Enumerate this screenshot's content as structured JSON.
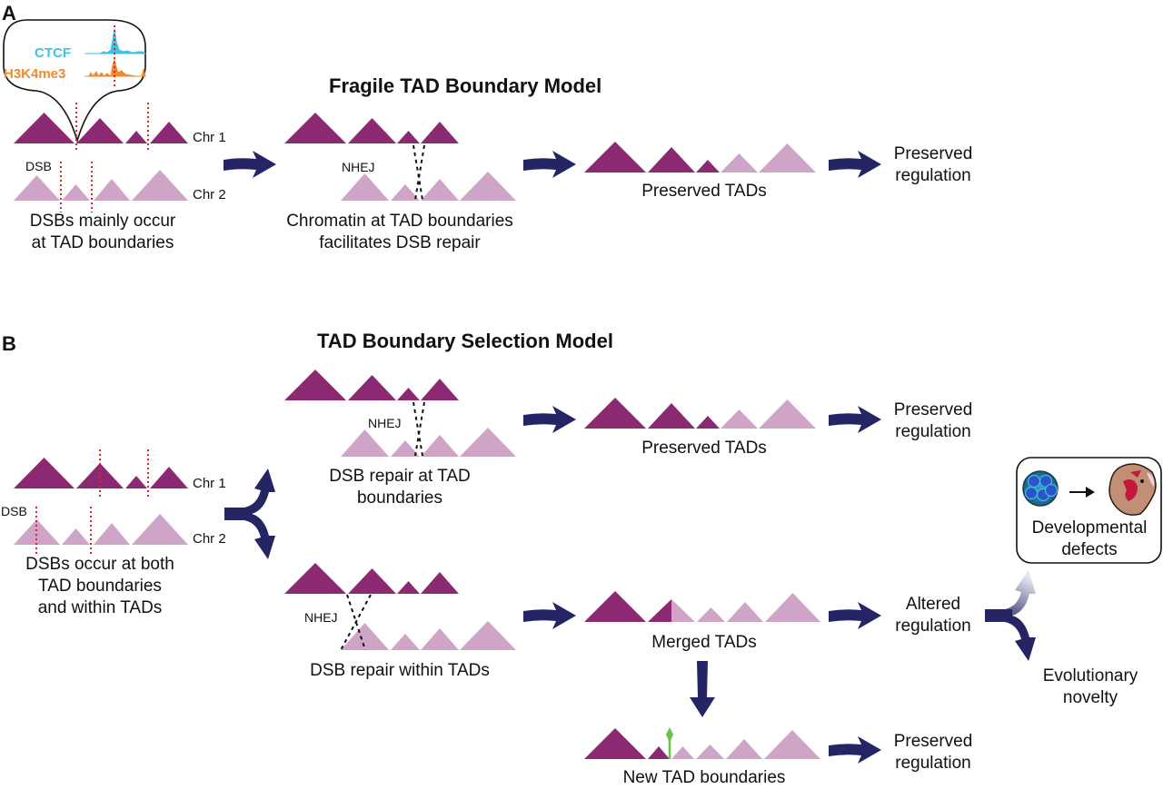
{
  "colors": {
    "chr1": "#8b2a73",
    "chr2": "#cfa4c6",
    "arrow": "#252465",
    "dsb": "#e0202a",
    "ctcf": "#3ec3e8",
    "h3k4me3": "#ef8a2e",
    "new_boundary": "#6cc244"
  },
  "panel_a": {
    "label": "A",
    "title": "Fragile TAD Boundary Model",
    "inset": {
      "ctcf_label": "CTCF",
      "h3k4me3_label": "H3K4me3"
    },
    "chr1_label": "Chr 1",
    "chr2_label": "Chr 2",
    "dsb_label": "DSB",
    "step1_caption": [
      "DSBs mainly occur",
      "at TAD boundaries"
    ],
    "nhej_label": "NHEJ",
    "step2_caption": [
      "Chromatin at TAD boundaries",
      "facilitates DSB repair"
    ],
    "step3_caption": "Preserved TADs",
    "outcome": [
      "Preserved",
      "regulation"
    ]
  },
  "panel_b": {
    "label": "B",
    "title": "TAD Boundary Selection Model",
    "chr1_label": "Chr 1",
    "chr2_label": "Chr 2",
    "dsb_label": "DSB",
    "step1_caption": [
      "DSBs occur at both",
      "TAD boundaries",
      "and within TADs"
    ],
    "upper_branch": {
      "nhej_label": "NHEJ",
      "caption": [
        "DSB repair at TAD",
        "boundaries"
      ],
      "result_caption": "Preserved TADs",
      "outcome": [
        "Preserved",
        "regulation"
      ]
    },
    "lower_branch": {
      "nhej_label": "NHEJ",
      "caption": "DSB repair within TADs",
      "result_caption": "Merged TADs",
      "outcome": [
        "Altered",
        "regulation"
      ],
      "new_boundaries_caption": "New TAD boundaries",
      "new_outcome": [
        "Preserved",
        "regulation"
      ]
    },
    "consequences": {
      "developmental": [
        "Developmental",
        "defects"
      ],
      "evolutionary": [
        "Evolutionary",
        "novelty"
      ]
    }
  }
}
